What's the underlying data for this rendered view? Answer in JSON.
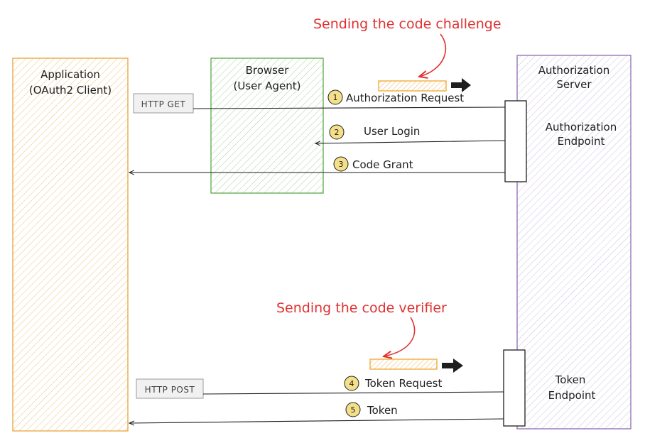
{
  "colors": {
    "application": "#e8a33a",
    "browser": "#5aa84c",
    "server": "#8f6bb5",
    "annotation": "#e03131",
    "token_box": "#f0a830",
    "step_badge": "#f5e08a"
  },
  "participants": {
    "application": {
      "line1": "Application",
      "line2": "(OAuth2 Client)"
    },
    "browser": {
      "line1": "Browser",
      "line2": "(User Agent)"
    },
    "server": {
      "line1": "Authorization",
      "line2": "Server"
    }
  },
  "endpoints": {
    "authorization": {
      "line1": "Authorization",
      "line2": "Endpoint"
    },
    "token": {
      "line1": "Token",
      "line2": "Endpoint"
    }
  },
  "tags": {
    "http_get": "HTTP GET",
    "http_post": "HTTP POST"
  },
  "annotations": {
    "challenge": "Sending the code challenge",
    "verifier": "Sending the code verifier"
  },
  "steps": [
    {
      "number": "1",
      "label": "Authorization Request"
    },
    {
      "number": "2",
      "label": "User Login"
    },
    {
      "number": "3",
      "label": "Code Grant"
    },
    {
      "number": "4",
      "label": "Token Request"
    },
    {
      "number": "5",
      "label": "Token"
    }
  ]
}
